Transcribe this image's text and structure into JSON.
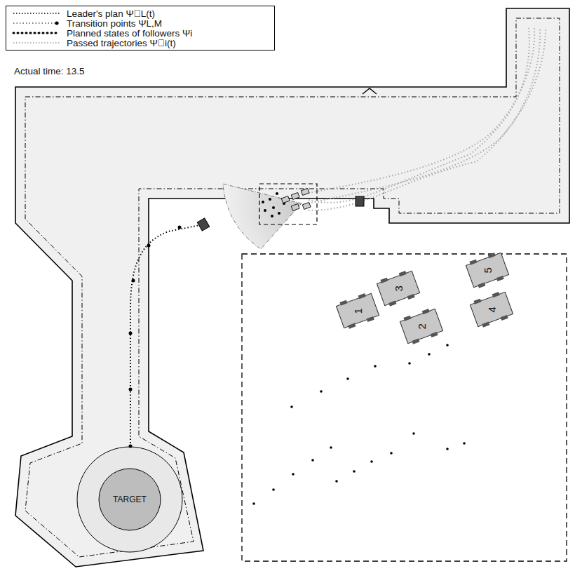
{
  "diagram": {
    "nodes": [
      {
        "text": [
          "TARGET"
        ]
      },
      {
        "text": [
          "5"
        ]
      },
      {
        "text": [
          "3"
        ]
      },
      {
        "text": [
          "1"
        ]
      },
      {
        "text": [
          "2"
        ]
      },
      {
        "text": [
          "4"
        ]
      }
    ],
    "labels": [
      "Actual time: 13.5"
    ],
    "legend": [
      {
        "text": "Leader's plan Ψ⃗L(t)"
      },
      {
        "text": "Transition points ΨL,M"
      },
      {
        "text": "Planned states of followers Ψi"
      },
      {
        "text": "Passed trajectories Ψ⃖i(t)"
      }
    ]
  }
}
